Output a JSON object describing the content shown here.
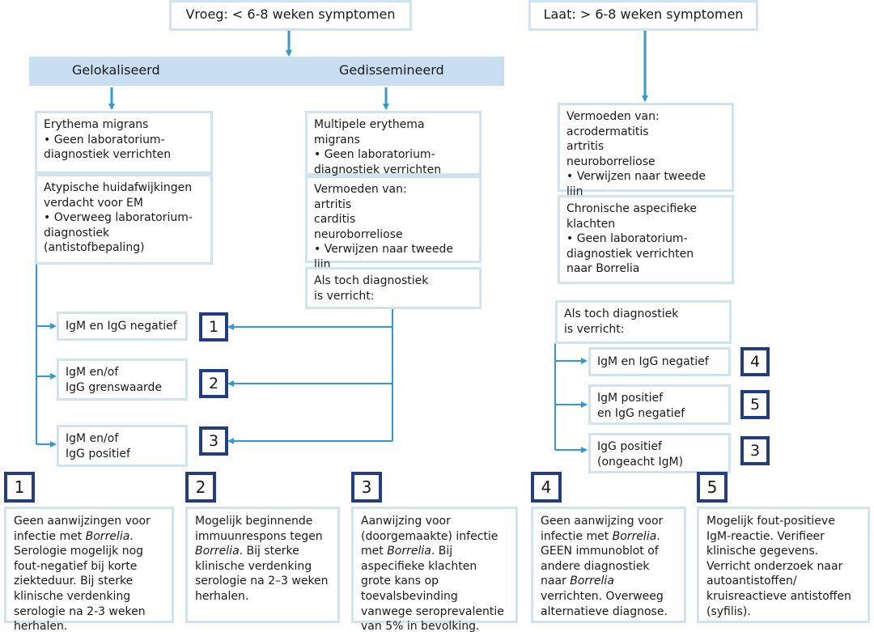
{
  "colors": {
    "line": "#2f9bd6",
    "box_border": "#cfe3f1",
    "band": "#c7dff1",
    "num_border": "#223c87"
  },
  "header": {
    "early": "Vroeg:  < 6-8 weken symptomen",
    "late": "Laat:  > 6-8 weken symptomen"
  },
  "band": {
    "localized": "Gelokaliseerd",
    "disseminated": "Gedissemineerd"
  },
  "left_col": {
    "em": "Erythema migrans\n• Geen laboratorium-\n   diagnostiek verrichten",
    "atypical": "Atypische huidafwijkingen\nverdacht voor EM\n• Overweeg laboratorium-\n   diagnostiek\n   (antistofbepaling)"
  },
  "mid_col": {
    "multiple_em": "Multipele erythema migrans\n• Geen laboratorium-\n   diagnostiek verrichten",
    "suspect": "Vermoeden van:\nartritis\ncarditis\nneuroborreliose\n• Verwijzen naar tweede lijn",
    "if_done": "Als toch diagnostiek\nis verricht:"
  },
  "right_col": {
    "suspect": "Vermoeden van:\nacrodermatitis\nartritis\nneuroborreliose\n• Verwijzen naar tweede lijn",
    "chronic": "Chronische aspecifieke\nklachten\n• Geen laboratorium-\n   diagnostiek verrichten\n   naar Borrelia",
    "if_done": "Als toch diagnostiek\nis verricht:"
  },
  "results_left": [
    {
      "label": "IgM en IgG negatief",
      "num": "1"
    },
    {
      "label": "IgM en/of\nIgG grenswaarde",
      "num": "2"
    },
    {
      "label": "IgM en/of\nIgG positief",
      "num": "3"
    }
  ],
  "results_right": [
    {
      "label": "IgM en IgG negatief",
      "num": "4"
    },
    {
      "label": "IgM positief\nen IgG negatief",
      "num": "5"
    },
    {
      "label": "IgG positief\n(ongeacht IgM)",
      "num": "3"
    }
  ],
  "notes": [
    {
      "num": "1",
      "html": "Geen aanwijzingen voor infectie met <i>Borrelia</i>. Serologie mogelijk nog fout-negatief bij korte ziekteduur. Bij sterke klinische verdenking serologie na 2-3 weken herhalen."
    },
    {
      "num": "2",
      "html": "Mogelijk beginnende immuunrespons tegen <i>Borrelia</i>. Bij sterke klinische verdenking serologie na  2–3 weken herhalen."
    },
    {
      "num": "3",
      "html": "Aanwijzing voor (doorgemaakte) infectie met <i>Borrelia</i>. Bij aspecifieke klachten  grote kans op toevalsbevinding vanwege seroprevalentie van 5% in bevolking."
    },
    {
      "num": "4",
      "html": "Geen aanwijzing voor infectie met <i>Borrelia</i>. GEEN immunoblot of andere diagnostiek naar <i>Borrelia</i> verrichten. Overweeg alternatieve diagnose."
    },
    {
      "num": "5",
      "html": "Mogelijk fout-positieve IgM-reactie. Verifieer klinische gegevens. Verricht onderzoek naar autoantistoffen/ kruisreactieve antistoffen (syfilis)."
    }
  ]
}
